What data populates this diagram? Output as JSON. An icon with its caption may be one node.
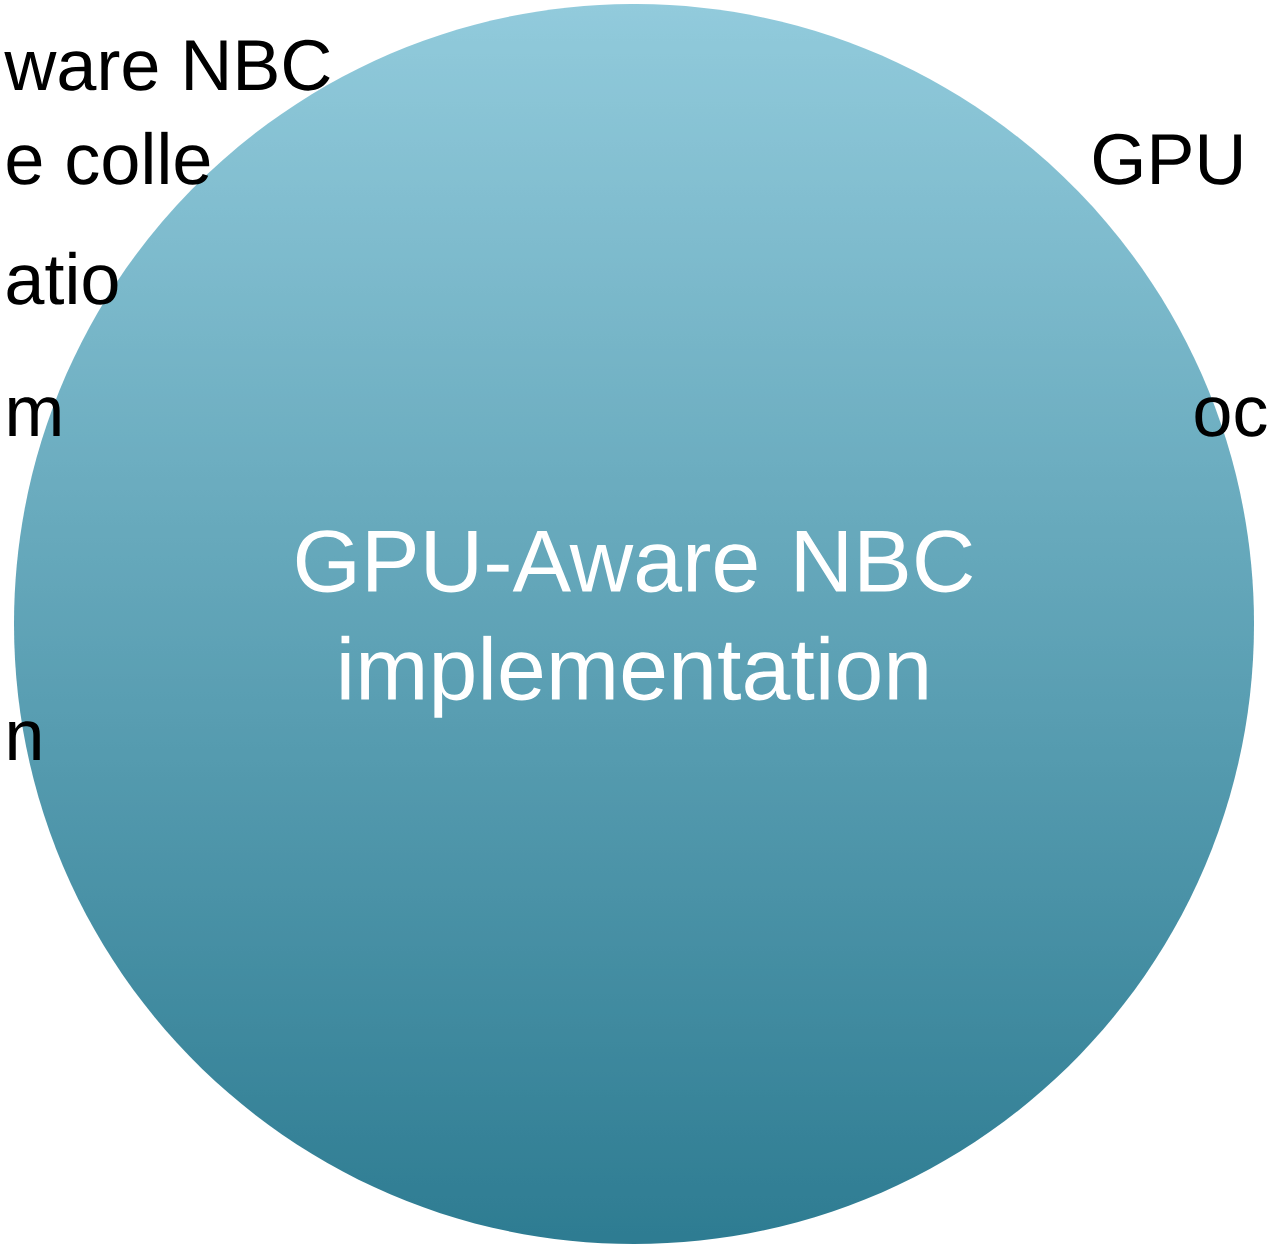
{
  "diagram": {
    "nodes": [
      {
        "text": [
          "GPU-Aware NBC implementation"
        ]
      }
    ],
    "edges": [],
    "labels": [
      "ware NBC",
      "e colle",
      "GPU",
      "atio",
      "m",
      "oc",
      "n"
    ]
  }
}
